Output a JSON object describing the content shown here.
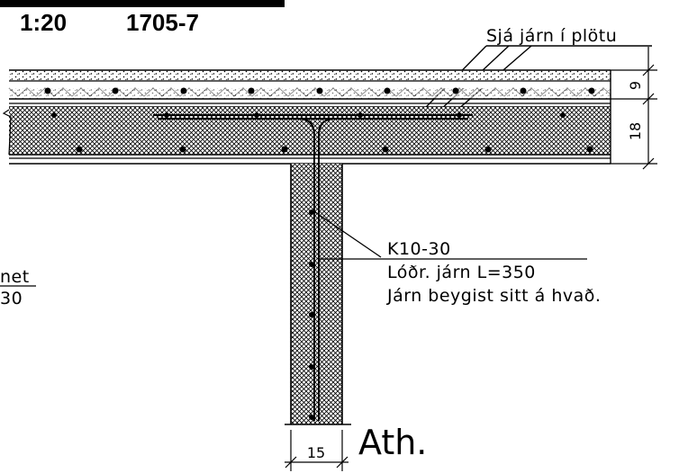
{
  "header": {
    "scale": "1:20",
    "drawing_number": "1705-7"
  },
  "annotations": {
    "slab_reinforcement_note": "Sjá járn í plötu",
    "rebar_callout_line1": "K10-30",
    "rebar_callout_line2": "Lóðr. járn L=350",
    "rebar_callout_line3": "Járn beygist sitt á hvað.",
    "left_partial_line1": "net",
    "left_partial_line2": "30",
    "note_heading": "Ath."
  },
  "dimensions": {
    "topping_thickness": "9",
    "slab_thickness": "18",
    "wall_thickness": "15"
  }
}
